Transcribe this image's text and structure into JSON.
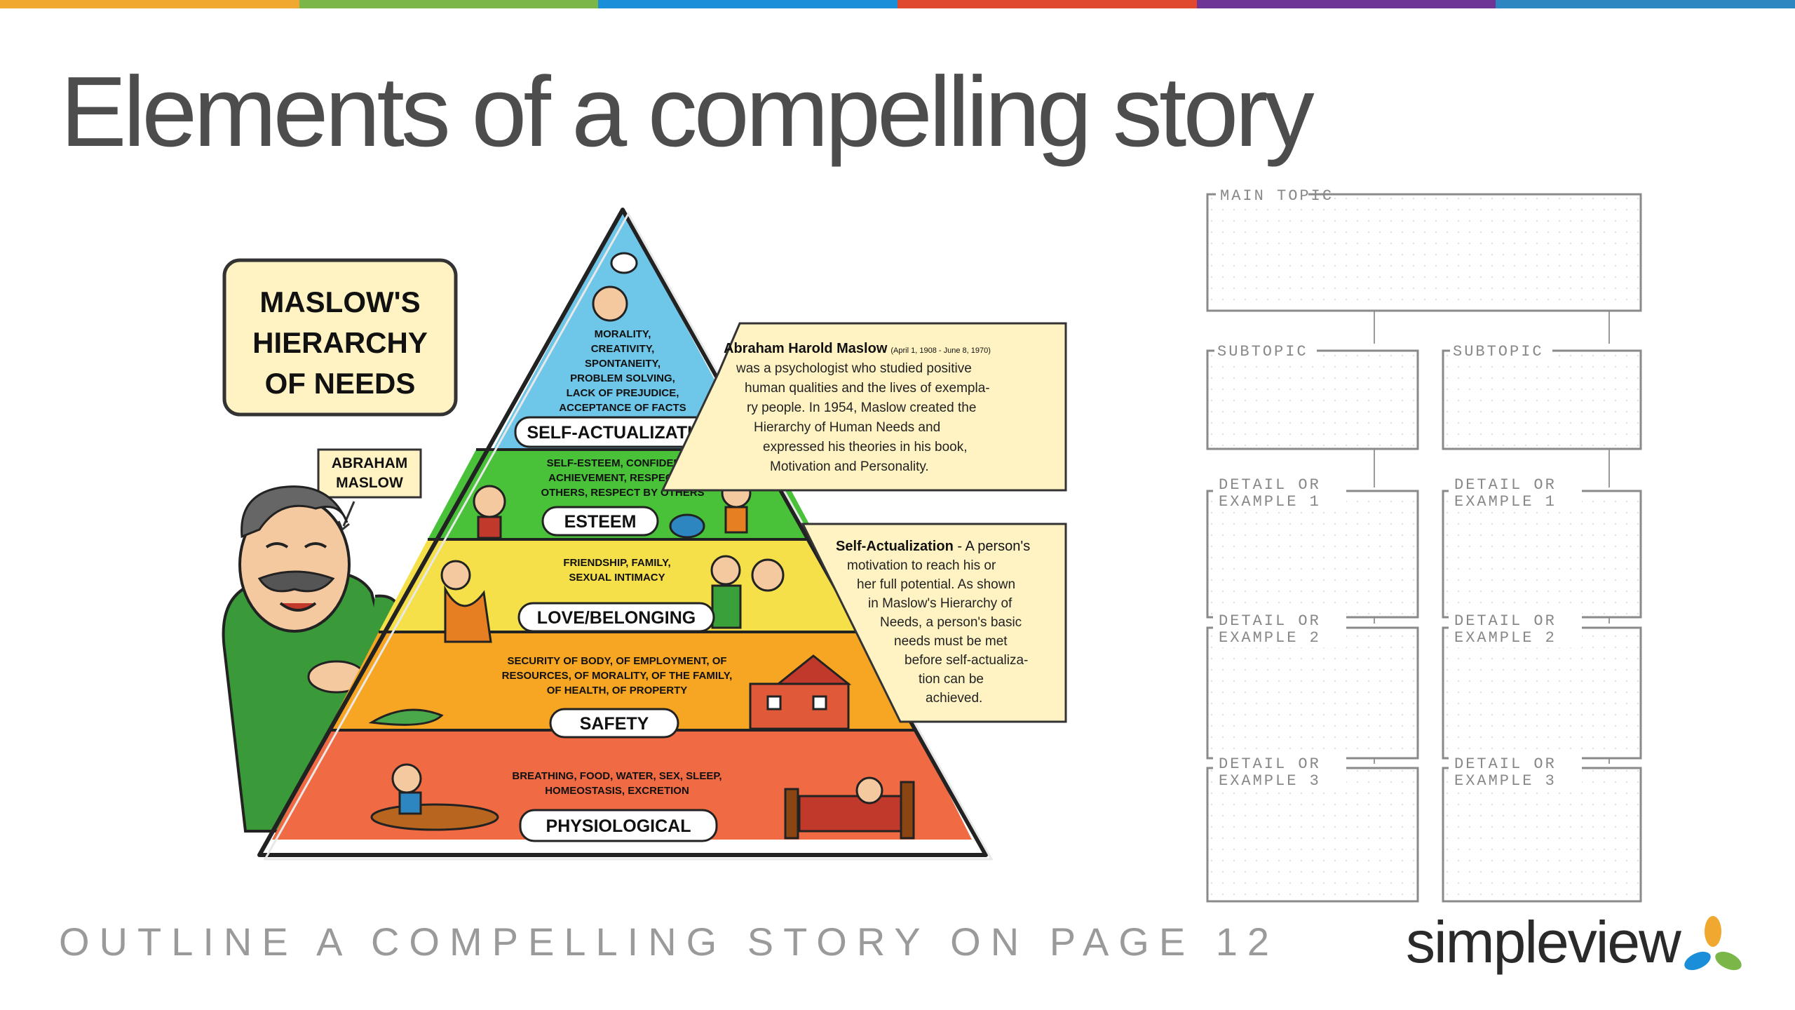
{
  "slide": {
    "title": "Elements of a compelling story",
    "footer": "OUTLINE A COMPELLING STORY ON PAGE 12",
    "brand": "simpleview",
    "top_stripe_colors": [
      "#f0a830",
      "#7ab648",
      "#1a8ed8",
      "#e0492d",
      "#6e3596",
      "#2e86c1"
    ]
  },
  "maslow": {
    "heading_lines": [
      "MASLOW'S",
      "HIERARCHY",
      "OF NEEDS"
    ],
    "person_tag_lines": [
      "ABRAHAM",
      "MASLOW"
    ],
    "levels": [
      {
        "name": "SELF-ACTUALIZATION",
        "color": "#6ec6e8",
        "desc": [
          "MORALITY,",
          "CREATIVITY,",
          "SPONTANEITY,",
          "PROBLEM SOLVING,",
          "LACK OF PREJUDICE,",
          "ACCEPTANCE OF FACTS"
        ]
      },
      {
        "name": "ESTEEM",
        "color": "#49c23a",
        "desc": [
          "SELF-ESTEEM, CONFIDENCE,",
          "ACHIEVEMENT, RESPECT OF",
          "OTHERS, RESPECT BY OTHERS"
        ]
      },
      {
        "name": "LOVE/BELONGING",
        "color": "#f5e04a",
        "desc": [
          "FRIENDSHIP, FAMILY,",
          "SEXUAL INTIMACY"
        ]
      },
      {
        "name": "SAFETY",
        "color": "#f6a623",
        "desc": [
          "SECURITY OF BODY, OF EMPLOYMENT, OF",
          "RESOURCES, OF MORALITY, OF THE FAMILY,",
          "OF HEALTH, OF PROPERTY"
        ]
      },
      {
        "name": "PHYSIOLOGICAL",
        "color": "#f06a44",
        "desc": [
          "BREATHING, FOOD, WATER, SEX, SLEEP,",
          "HOMEOSTASIS, EXCRETION"
        ]
      }
    ],
    "bio_box": {
      "name": "Abraham Harold Maslow",
      "dates": "(April 1, 1908 - June 8, 1970)",
      "lines": [
        "was a psychologist who studied positive",
        "human qualities and the lives of exempla-",
        "ry people. In 1954, Maslow created the",
        "Hierarchy of Human Needs and",
        "expressed his theories in his book,",
        "Motivation and Personality."
      ]
    },
    "sa_box": {
      "term": "Self-Actualization",
      "first": " - A person's",
      "lines": [
        "motivation to reach his or",
        "her full potential. As shown",
        "in Maslow's Hierarchy of",
        "Needs, a person's basic",
        "needs must be met",
        "before self-actualiza-",
        "tion can be",
        "achieved."
      ]
    }
  },
  "worksheet": {
    "main_topic": "MAIN TOPIC",
    "subtopic_left": "SUBTOPIC",
    "subtopic_right": "SUBTOPIC",
    "left_details": [
      [
        "DETAIL OR",
        "EXAMPLE 1"
      ],
      [
        "DETAIL OR",
        "EXAMPLE 2"
      ],
      [
        "DETAIL OR",
        "EXAMPLE 3"
      ]
    ],
    "right_details": [
      [
        "DETAIL OR",
        "EXAMPLE 1"
      ],
      [
        "DETAIL OR",
        "EXAMPLE 2"
      ],
      [
        "DETAIL OR",
        "EXAMPLE 3"
      ]
    ]
  }
}
